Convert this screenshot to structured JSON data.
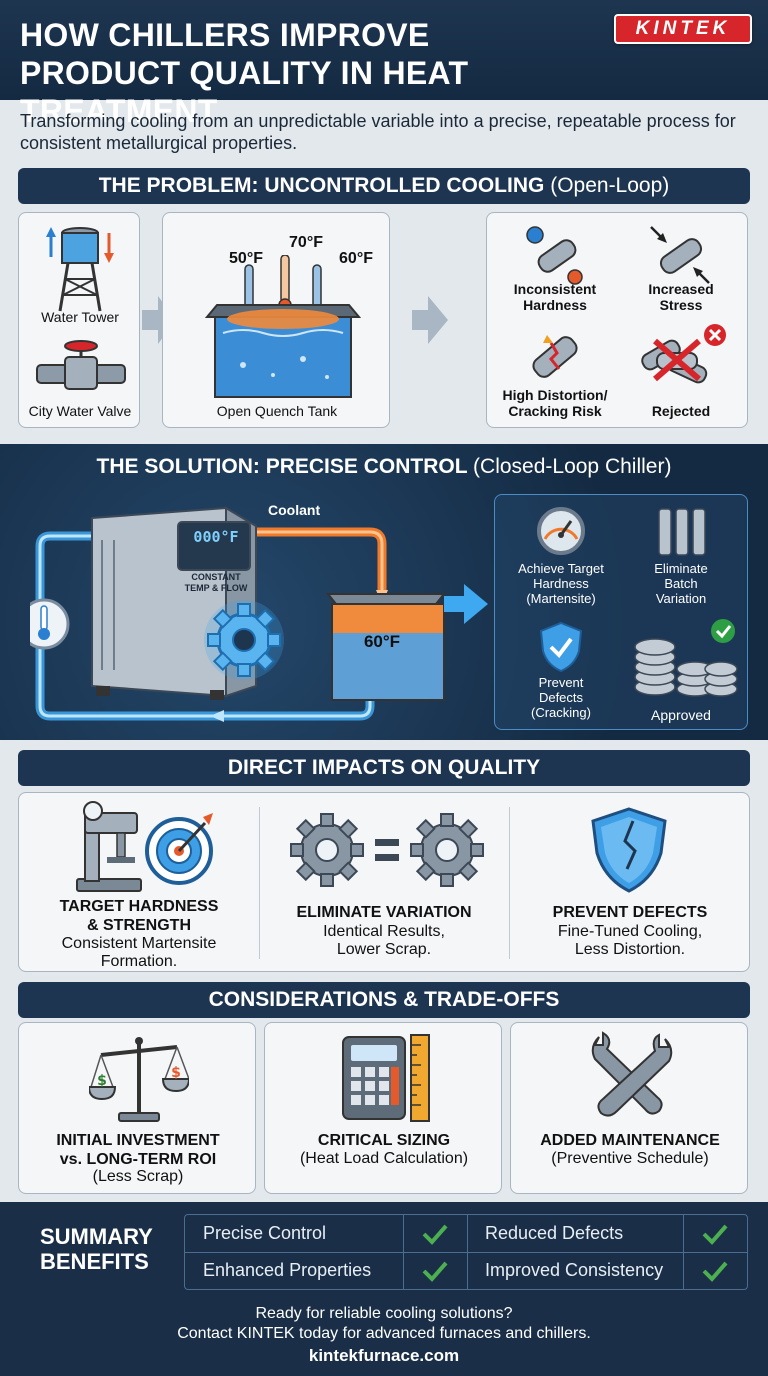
{
  "header": {
    "title_line1": "HOW CHILLERS IMPROVE",
    "title_line2": "PRODUCT QUALITY IN HEAT TREATMENT",
    "logo": "KINTEK",
    "subtitle": "Transforming cooling from an unpredictable variable into a precise, repeatable process for consistent metallurgical properties."
  },
  "problem": {
    "bar_bold": "THE PROBLEM: UNCONTROLLED COOLING",
    "bar_light": "(Open-Loop)",
    "sources": [
      "Water Tower",
      "City Water Valve"
    ],
    "temps": [
      "50°F",
      "70°F",
      "60°F"
    ],
    "tank_label": "Open Quench Tank",
    "effects": [
      {
        "line1": "Inconsistent",
        "line2": "Hardness",
        "icon": "inconsistent-hardness-icon"
      },
      {
        "line1": "Increased",
        "line2": "Stress",
        "icon": "stress-icon"
      },
      {
        "line1": "High Distortion/",
        "line2": "Cracking Risk",
        "icon": "cracked-part-icon"
      },
      {
        "line1": "Rejected",
        "line2": "",
        "icon": "rejected-parts-icon"
      }
    ]
  },
  "solution": {
    "bar_bold": "THE SOLUTION: PRECISE CONTROL",
    "bar_light": "(Closed-Loop Chiller)",
    "coolant_label": "Coolant",
    "display": "000°F",
    "display_caption_1": "CONSTANT",
    "display_caption_2": "TEMP & FLOW",
    "tank_temp": "60°F",
    "results": [
      {
        "lines": [
          "Achieve Target",
          "Hardness",
          "(Martensite)"
        ],
        "icon": "gauge-icon"
      },
      {
        "lines": [
          "Eliminate",
          "Batch",
          "Variation"
        ],
        "icon": "uniform-parts-icon"
      },
      {
        "lines": [
          "Prevent",
          "Defects",
          "(Cracking)"
        ],
        "icon": "shield-check-icon"
      },
      {
        "lines": [
          "Approved"
        ],
        "icon": "approved-parts-icon"
      }
    ]
  },
  "impacts": {
    "bar": "DIRECT IMPACTS ON QUALITY",
    "items": [
      {
        "title1": "TARGET HARDNESS",
        "title2": "& STRENGTH",
        "desc1": "Consistent Martensite",
        "desc2": "Formation."
      },
      {
        "title1": "ELIMINATE VARIATION",
        "title2": "",
        "desc1": "Identical Results,",
        "desc2": "Lower Scrap."
      },
      {
        "title1": "PREVENT DEFECTS",
        "title2": "",
        "desc1": "Fine-Tuned Cooling,",
        "desc2": "Less Distortion."
      }
    ]
  },
  "considerations": {
    "bar": "CONSIDERATIONS & TRADE-OFFS",
    "items": [
      {
        "title1": "INITIAL INVESTMENT",
        "title2": "vs. LONG-TERM ROI",
        "desc": "(Less Scrap)"
      },
      {
        "title1": "CRITICAL SIZING",
        "title2": "",
        "desc": "(Heat Load Calculation)"
      },
      {
        "title1": "ADDED MAINTENANCE",
        "title2": "",
        "desc": "(Preventive Schedule)"
      }
    ]
  },
  "summary": {
    "title1": "SUMMARY",
    "title2": "BENEFITS",
    "benefits": [
      "Precise Control",
      "Reduced Defects",
      "Enhanced Properties",
      "Improved Consistency"
    ],
    "cta1": "Ready for reliable cooling solutions?",
    "cta2": "Contact KINTEK today for advanced furnaces and chillers.",
    "url": "kintekfurnace.com"
  }
}
